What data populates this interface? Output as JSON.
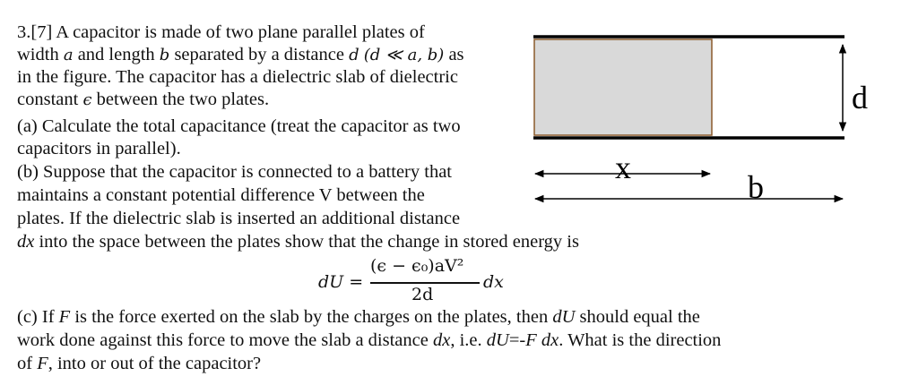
{
  "problem": {
    "number": "3.[7]",
    "lines": {
      "l1": "A capacitor is made of two plane parallel plates of",
      "l2a": "width",
      "a": "a",
      "l2b": "and length",
      "b": "b",
      "l2c": "separated by a distance",
      "d": "d",
      "l2d": "(d ≪ a, b)",
      "l2e": "as",
      "l3": "in the figure. The capacitor has a dielectric slab of dielectric",
      "l4a": "constant",
      "eps": "ϵ",
      "l4b": "between the two plates.",
      "l5": "(a) Calculate the total capacitance (treat the capacitor as two",
      "l6": "capacitors in parallel).",
      "l7": "(b) Suppose that the capacitor is connected to a battery that",
      "l8": "maintains a constant potential difference V between the",
      "l9": "plates. If the dielectric slab is inserted an additional distance",
      "l10a": "dx",
      "l10b": "into the space between the plates show that the change in stored energy is",
      "l11a": "(c) If",
      "F": "F",
      "l11b": "is the force exerted on the slab by the charges on the plates, then",
      "dU": "dU",
      "l11c": "should equal the",
      "l12a": "work done against this force to move the slab a distance",
      "dx": "dx",
      "l12b": ", i.e.",
      "dUeq": "dU",
      "l12c": "=-",
      "F2": "F dx",
      "l12d": ". What is the direction",
      "l13a": "of",
      "F3": "F",
      "l13b": ", into or out of the capacitor?"
    },
    "formula": {
      "lhs": "dU =",
      "numerator": "(ϵ − ϵ₀)aV²",
      "denominator": "2d",
      "rhs": "dx"
    }
  },
  "figure": {
    "label_d": "d",
    "label_x": "x",
    "label_b": "b",
    "slab_fill": "#d9d9d9",
    "slab_border": "#8b5a2b",
    "plate_color": "#000000"
  }
}
